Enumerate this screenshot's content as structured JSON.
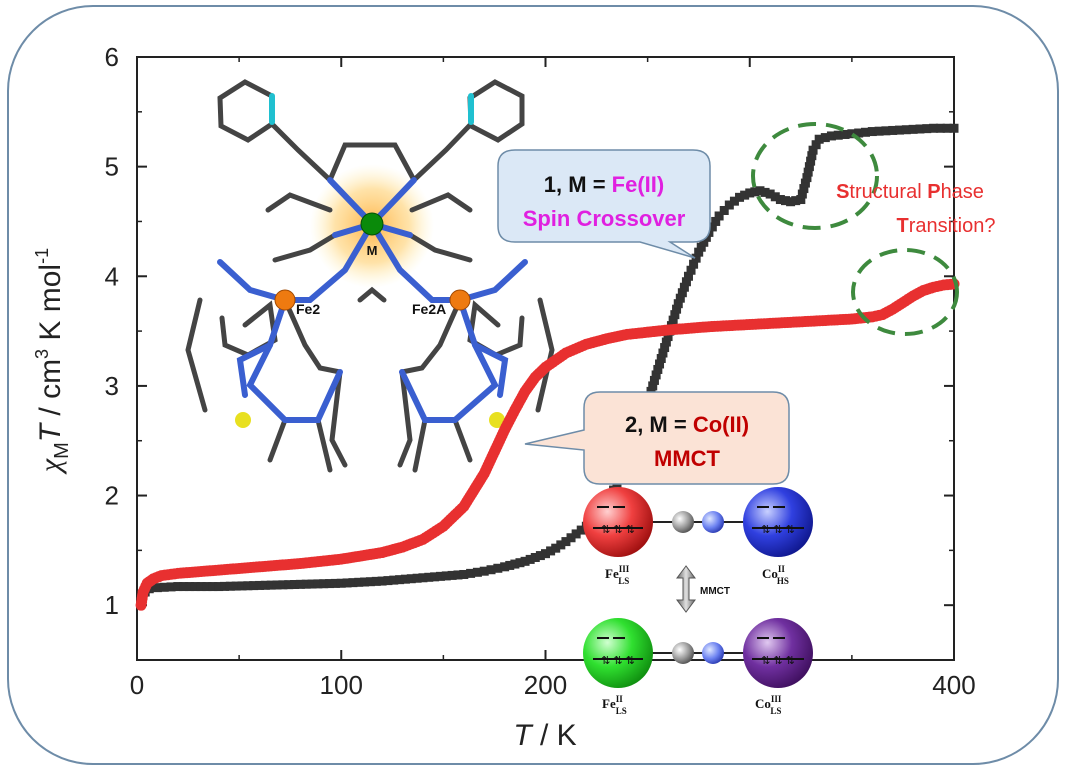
{
  "chart_data": {
    "type": "scatter",
    "xlabel": {
      "italic": "T",
      "rest": " / K"
    },
    "ylabel": {
      "chi": "χ",
      "sub": "M",
      "T": "T",
      "units_a": " / cm",
      "sup3": "3",
      "units_b": " K mol",
      "supneg1": "-1"
    },
    "xlim": [
      0,
      400
    ],
    "ylim": [
      0.5,
      6
    ],
    "x_ticks": [
      0,
      100,
      200,
      300,
      400
    ],
    "x_tick_labels": [
      "0",
      "100",
      "200",
      "",
      "400"
    ],
    "y_ticks": [
      1,
      2,
      3,
      4,
      5,
      6
    ],
    "y_tick_labels": [
      "1",
      "2",
      "3",
      "4",
      "5",
      "6"
    ],
    "grid": false,
    "series": [
      {
        "color": "#333333",
        "marker": "square",
        "points": [
          [
            2,
            1.05
          ],
          [
            4,
            1.12
          ],
          [
            6,
            1.15
          ],
          [
            10,
            1.16
          ],
          [
            20,
            1.17
          ],
          [
            40,
            1.17
          ],
          [
            60,
            1.18
          ],
          [
            80,
            1.19
          ],
          [
            100,
            1.2
          ],
          [
            120,
            1.22
          ],
          [
            140,
            1.25
          ],
          [
            160,
            1.28
          ],
          [
            170,
            1.31
          ],
          [
            180,
            1.35
          ],
          [
            190,
            1.4
          ],
          [
            200,
            1.47
          ],
          [
            205,
            1.52
          ],
          [
            210,
            1.58
          ],
          [
            215,
            1.65
          ],
          [
            220,
            1.72
          ],
          [
            225,
            1.82
          ],
          [
            230,
            1.95
          ],
          [
            235,
            2.1
          ],
          [
            240,
            2.3
          ],
          [
            245,
            2.55
          ],
          [
            250,
            2.85
          ],
          [
            255,
            3.15
          ],
          [
            260,
            3.45
          ],
          [
            265,
            3.75
          ],
          [
            270,
            4.0
          ],
          [
            275,
            4.22
          ],
          [
            280,
            4.4
          ],
          [
            285,
            4.55
          ],
          [
            290,
            4.65
          ],
          [
            295,
            4.72
          ],
          [
            300,
            4.76
          ],
          [
            305,
            4.78
          ],
          [
            310,
            4.75
          ],
          [
            315,
            4.7
          ],
          [
            320,
            4.68
          ],
          [
            325,
            4.7
          ],
          [
            328,
            4.9
          ],
          [
            331,
            5.15
          ],
          [
            334,
            5.25
          ],
          [
            340,
            5.28
          ],
          [
            350,
            5.3
          ],
          [
            360,
            5.32
          ],
          [
            370,
            5.33
          ],
          [
            380,
            5.34
          ],
          [
            390,
            5.35
          ],
          [
            400,
            5.35
          ]
        ]
      },
      {
        "color": "#e83030",
        "marker": "circle",
        "points": [
          [
            2,
            1.0
          ],
          [
            3,
            1.12
          ],
          [
            5,
            1.2
          ],
          [
            8,
            1.24
          ],
          [
            12,
            1.27
          ],
          [
            20,
            1.29
          ],
          [
            40,
            1.32
          ],
          [
            60,
            1.35
          ],
          [
            80,
            1.38
          ],
          [
            100,
            1.42
          ],
          [
            120,
            1.48
          ],
          [
            130,
            1.53
          ],
          [
            140,
            1.6
          ],
          [
            150,
            1.72
          ],
          [
            160,
            1.9
          ],
          [
            170,
            2.2
          ],
          [
            175,
            2.4
          ],
          [
            180,
            2.6
          ],
          [
            185,
            2.78
          ],
          [
            190,
            2.95
          ],
          [
            195,
            3.08
          ],
          [
            200,
            3.17
          ],
          [
            210,
            3.3
          ],
          [
            220,
            3.38
          ],
          [
            230,
            3.43
          ],
          [
            240,
            3.47
          ],
          [
            250,
            3.49
          ],
          [
            260,
            3.51
          ],
          [
            280,
            3.54
          ],
          [
            300,
            3.56
          ],
          [
            320,
            3.58
          ],
          [
            340,
            3.6
          ],
          [
            350,
            3.61
          ],
          [
            360,
            3.63
          ],
          [
            365,
            3.65
          ],
          [
            370,
            3.7
          ],
          [
            375,
            3.76
          ],
          [
            380,
            3.82
          ],
          [
            385,
            3.87
          ],
          [
            390,
            3.9
          ],
          [
            395,
            3.92
          ],
          [
            400,
            3.93
          ]
        ]
      }
    ],
    "annotations": {
      "bubble1": {
        "num": "1",
        "sep": ", M = ",
        "metal": "Fe(II)",
        "line2": "Spin Crossover"
      },
      "bubble2": {
        "num": "2",
        "sep": ", M = ",
        "metal": "Co(II)",
        "line2": "MMCT"
      },
      "phase": {
        "S": "S",
        "tructural": "tructural ",
        "P": "P",
        "hase": "hase",
        "T": "T",
        "ransition": "ransition?"
      },
      "structure_labels": {
        "fe2": "Fe2",
        "fe2a": "Fe2A",
        "m": "M"
      },
      "diagram": {
        "fe3_ls": {
          "base": "Fe",
          "sup": "III",
          "sub": "LS"
        },
        "co2_hs": {
          "base": "Co",
          "sup": "II",
          "sub": "HS"
        },
        "fe2_ls": {
          "base": "Fe",
          "sup": "II",
          "sub": "LS"
        },
        "co3_ls": {
          "base": "Co",
          "sup": "III",
          "sub": "LS"
        },
        "mmct": "MMCT"
      }
    },
    "colors": {
      "fe_metal": "#e020e0",
      "co_metal": "#c00000",
      "phase_text": "#e83030",
      "bubble1_fill": "#dbe8f6",
      "bubble2_fill": "#fbe3d6",
      "dashed_circle": "#3e8a3e"
    }
  }
}
